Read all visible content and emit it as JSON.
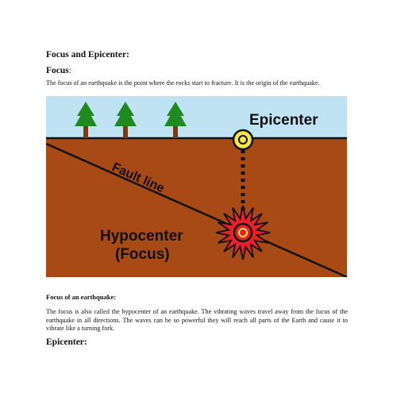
{
  "heading": "Focus and Epicenter:",
  "focus_section": {
    "title": "Focus",
    "colon": ":",
    "text": "The focus of an earthquake is the point where the rocks start to fracture. It is the origin of the earthquake."
  },
  "figure": {
    "epicenter_label": "Epicenter",
    "fault_line_label": "Fault line",
    "hypocenter_label": "Hypocenter",
    "focus_label": "(Focus)",
    "colors": {
      "sky": "#bfe3f2",
      "ground": "#a84a16",
      "tree_foliage": "#1f8a1f",
      "tree_trunk": "#7a3a12",
      "focus_burst": "#e8202a",
      "epicenter_marker": "#f4e54a"
    }
  },
  "earthquake_section": {
    "title": "Focus of an earthquake:",
    "text": "The focus is also called the hypocenter of an earthquake. The vibrating waves travel away from the focus of the earthquake in all directions. The waves can be so powerful they will reach all parts of the Earth and cause it to vibrate like a turning fork."
  },
  "epicenter_section": {
    "title": "Epicenter:"
  }
}
